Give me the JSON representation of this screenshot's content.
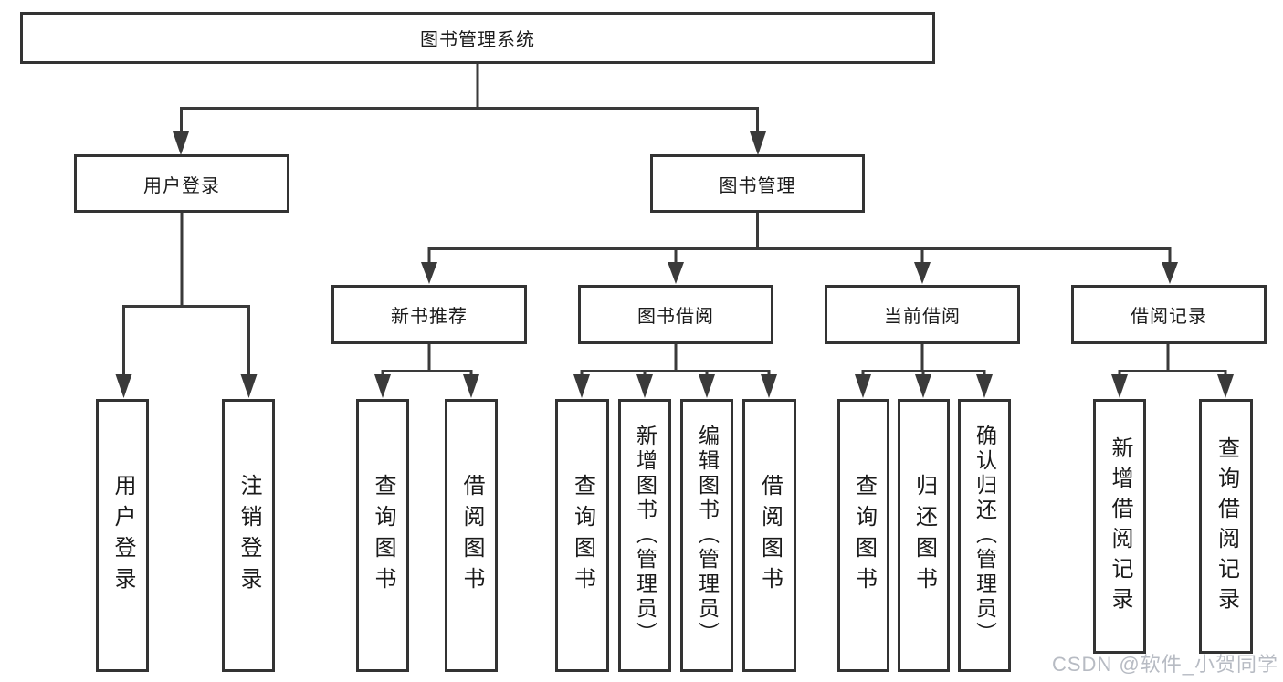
{
  "colors": {
    "line": "#3a3a3a",
    "box_border": "#333333",
    "box_fill": "#ffffff",
    "text": "#1a1a1a",
    "watermark": "#b7bbc3",
    "background": "#ffffff"
  },
  "tree": {
    "label": "图书管理系统",
    "children": [
      {
        "label": "用户登录",
        "children": [
          {
            "label": "用户登录"
          },
          {
            "label": "注销登录"
          }
        ]
      },
      {
        "label": "图书管理",
        "children": [
          {
            "label": "新书推荐",
            "children": [
              {
                "label": "查询图书"
              },
              {
                "label": "借阅图书"
              }
            ]
          },
          {
            "label": "图书借阅",
            "children": [
              {
                "label": "查询图书"
              },
              {
                "label": "新增图书（管理员）"
              },
              {
                "label": "编辑图书（管理员）"
              },
              {
                "label": "借阅图书"
              }
            ]
          },
          {
            "label": "当前借阅",
            "children": [
              {
                "label": "查询图书"
              },
              {
                "label": "归还图书"
              },
              {
                "label": "确认归还（管理员）"
              }
            ]
          },
          {
            "label": "借阅记录",
            "children": [
              {
                "label": "新增借阅记录"
              },
              {
                "label": "查询借阅记录"
              }
            ]
          }
        ]
      }
    ]
  },
  "watermark": {
    "text": "CSDN @软件_小贺同学"
  }
}
